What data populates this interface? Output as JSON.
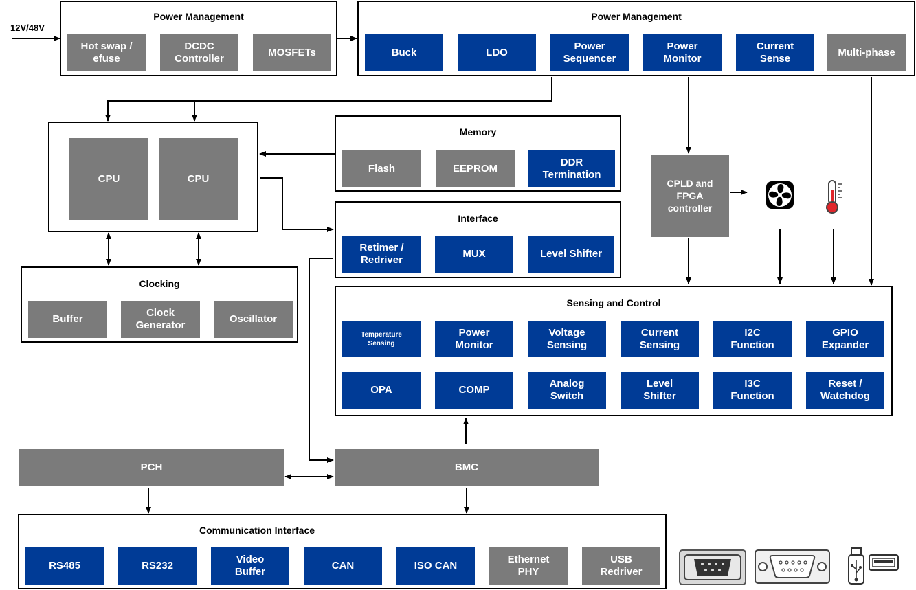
{
  "input_label": "12V/48V",
  "power_in": {
    "title": "Power Management",
    "blocks": [
      "Hot swap /\nefuse",
      "DCDC\nController",
      "MOSFETs"
    ]
  },
  "power_main": {
    "title": "Power Management",
    "blocks": [
      "Buck",
      "LDO",
      "Power\nSequencer",
      "Power\nMonitor",
      "Current\nSense",
      "Multi-phase"
    ]
  },
  "cpus": [
    "CPU",
    "CPU"
  ],
  "memory": {
    "title": "Memory",
    "blocks": [
      "Flash",
      "EEPROM",
      "DDR\nTermination"
    ]
  },
  "interface": {
    "title": "Interface",
    "blocks": [
      "Retimer /\nRedriver",
      "MUX",
      "Level Shifter"
    ]
  },
  "clocking": {
    "title": "Clocking",
    "blocks": [
      "Buffer",
      "Clock\nGenerator",
      "Oscillator"
    ]
  },
  "cpld": "CPLD and\nFPGA\ncontroller",
  "sensing": {
    "title": "Sensing and Control",
    "row1": [
      "Temperature\nSensing",
      "Power\nMonitor",
      "Voltage\nSensing",
      "Current\nSensing",
      "I2C\nFunction",
      "GPIO\nExpander"
    ],
    "row2": [
      "OPA",
      "COMP",
      "Analog\nSwitch",
      "Level\nShifter",
      "I3C\nFunction",
      "Reset /\nWatchdog"
    ]
  },
  "pch": "PCH",
  "bmc": "BMC",
  "comm": {
    "title": "Communication Interface",
    "blocks": [
      "RS485",
      "RS232",
      "Video\nBuffer",
      "CAN",
      "ISO CAN",
      "Ethernet\nPHY",
      "USB\nRedriver"
    ]
  },
  "colors": {
    "blue": "#003b96",
    "gray": "#7b7b7b",
    "line": "#000000"
  },
  "icons": [
    "fan-icon",
    "thermometer-icon",
    "serial-port-icon",
    "vga-port-icon",
    "usb-icon"
  ]
}
